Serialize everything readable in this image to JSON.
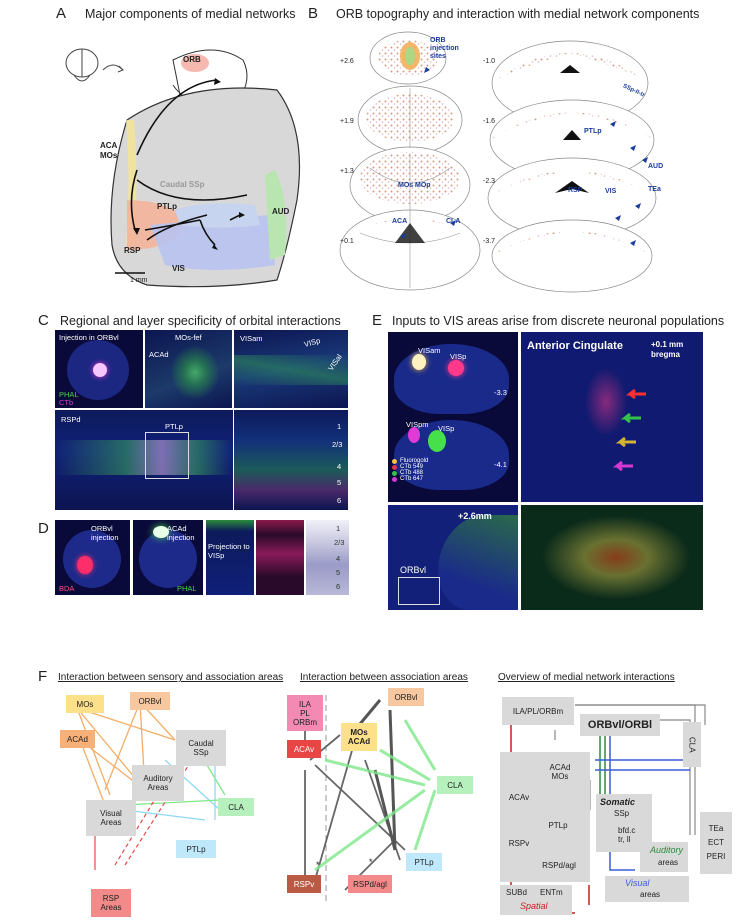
{
  "panelA": {
    "letter": "A",
    "title": "Major components of medial networks",
    "labels": {
      "orb": "ORB",
      "aca_mos": "ACA\nMOs",
      "caudal_ssp": "Caudal SSp",
      "ptlp": "PTLp",
      "aud": "AUD",
      "rsp": "RSP",
      "vis": "VIS",
      "scale": "1 mm"
    }
  },
  "panelB": {
    "letter": "B",
    "title": "ORB topography and interaction with medial network components",
    "left_levels": [
      "+2.6",
      "+1.9",
      "+1.3",
      "+0.1"
    ],
    "right_levels": [
      "-1.0",
      "-1.6",
      "-2.3",
      "-3.7"
    ],
    "annotations": {
      "orb_sites": "ORB\ninjection\nsites",
      "mos": "MOs",
      "mop": "MOp",
      "aca": "ACA",
      "cla": "CLA",
      "ssp": "SSp-II-tr",
      "ptlp": "PTLp",
      "aud": "AUD",
      "rsp": "RSP",
      "vis": "VIS",
      "tea": "TEa"
    }
  },
  "panelC": {
    "letter": "C",
    "title": "Regional and layer specificity of orbital interactions",
    "img1": {
      "label": "Injection in ORBvl",
      "legend1": "PHAL",
      "legend2": "CTb"
    },
    "img2": {
      "label1": "MOs-fef",
      "label2": "ACAd"
    },
    "img3": {
      "label1": "VISam",
      "label2": "VISp",
      "label3": "VISal"
    },
    "img4": {
      "label1": "RSPd",
      "label2": "PTLp"
    },
    "img5": {
      "layers": [
        "1",
        "2/3",
        "4",
        "5",
        "6"
      ]
    }
  },
  "panelD": {
    "letter": "D",
    "img1": {
      "label": "ORBvl\ninjection",
      "legend": "BDA"
    },
    "img2": {
      "label": "ACAd\ninjection",
      "legend": "PHAL"
    },
    "img3": {
      "label": "Projection to\nVISp"
    },
    "layers": [
      "1",
      "2/3",
      "4",
      "5",
      "6"
    ]
  },
  "panelE": {
    "letter": "E",
    "title": "Inputs to VIS areas arise from discrete neuronal populations",
    "img1": {
      "labels": [
        "VISam",
        "VISp",
        "VISpm",
        "VISp"
      ],
      "levels": [
        "-3.3",
        "-4.1"
      ],
      "legend": [
        "Fluorogold",
        "CTb 549",
        "CTb 488",
        "CTb 647"
      ],
      "legend_colors": [
        "#f5c242",
        "#e8304b",
        "#35c24a",
        "#d33ad3"
      ]
    },
    "img2": {
      "title": "Anterior Cingulate",
      "level": "+0.1 mm\nbregma"
    },
    "img3": {
      "level": "+2.6mm",
      "label": "ORBvl"
    }
  },
  "panelF": {
    "letter": "F",
    "sub1": {
      "title": "Interaction between sensory and association areas",
      "nodes": {
        "mos": "MOs",
        "orbvl": "ORBvl",
        "acad": "ACAd",
        "caudal_ssp": "Caudal\nSSp",
        "auditory": "Auditory\nAreas",
        "visual": "Visual\nAreas",
        "cla": "CLA",
        "ptlp": "PTLp",
        "rsp": "RSP\nAreas"
      }
    },
    "sub2": {
      "title": "Interaction between association areas",
      "nodes": {
        "ila": "ILA\nPL\nORBm",
        "orbvl": "ORBvl",
        "mos_acad": "MOs\nACAd",
        "acav": "ACAv",
        "cla": "CLA",
        "rspv": "RSPv",
        "rspd": "RSPd/agl",
        "ptlp": "PTLp",
        "star": "*"
      }
    },
    "sub3": {
      "title": "Overview of medial network interactions",
      "nodes": {
        "ila": "ILA/PL/ORBm",
        "orbvl": "ORBvl/ORBl",
        "acad_mos": "ACAd\nMOs",
        "acav": "ACAv",
        "ptlp": "PTLp",
        "rspv": "RSPv",
        "rspd": "RSPd/agl",
        "somatic_title": "Somatic",
        "somatic_ssp": "SSp",
        "somatic_sub": "bfd.c\ntr, ll",
        "auditory": "Auditory",
        "auditory_sub": "areas",
        "visual": "Visual",
        "visual_sub": "areas",
        "cla": "CLA",
        "tea": "TEa\nECT\nPERI",
        "subd": "SUBd",
        "entm": "ENTm",
        "spatial": "Spatial"
      }
    }
  },
  "colors": {
    "brain_fill": "#d8d8d8",
    "micro_bg": "#0b0b45",
    "phal": "#46d14b",
    "ctb": "#e23ad6",
    "orange": "#f2a557",
    "blue_light": "#8ed8f5",
    "green_light": "#7ee88a",
    "red": "#e8484a",
    "pink": "#f08a9a",
    "gray_node": "#d9d9d9"
  }
}
